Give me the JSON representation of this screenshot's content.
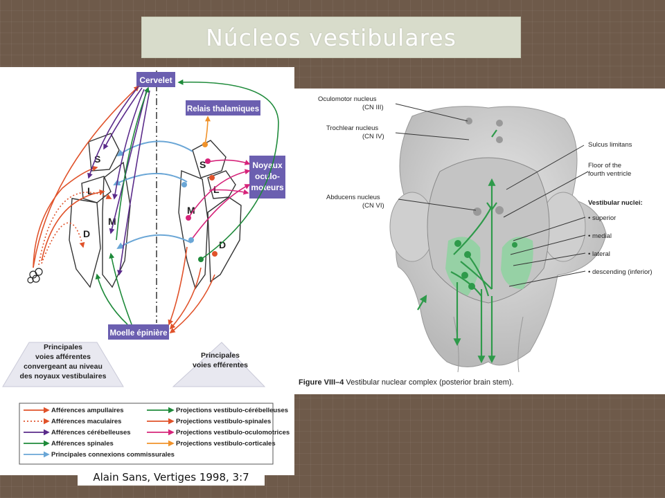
{
  "title": "Núcleos vestibulares",
  "credit": "Alain Sans, Vertiges 1998, 3:7",
  "left_diagram": {
    "boxes": {
      "cervelet": "Cervelet",
      "relais": "Relais thalamiques",
      "noyaux_1": "Noyaux",
      "noyaux_2": "oculo-",
      "noyaux_3": "moteurs",
      "moelle": "Moelle épinière"
    },
    "nuclei_left": {
      "s": "S",
      "l": "L",
      "m": "M",
      "d": "D"
    },
    "nuclei_right": {
      "s": "S",
      "l": "L",
      "m": "M",
      "d": "D"
    },
    "afferent_label": [
      "Principales",
      "voies afférentes",
      "convergeant au niveau",
      "des noyaux vestibulaires"
    ],
    "efferent_label": [
      "Principales",
      "voies efférentes"
    ],
    "legend_left": [
      {
        "label": "Afférences ampullaires",
        "color": "#e0522a",
        "style": "solid"
      },
      {
        "label": "Afférences maculaires",
        "color": "#e0522a",
        "style": "dotted"
      },
      {
        "label": "Afférences cérébelleuses",
        "color": "#5a2a8a",
        "style": "solid"
      },
      {
        "label": "Afférences spinales",
        "color": "#1e8a3a",
        "style": "solid"
      },
      {
        "label": "Principales connexions commissurales",
        "color": "#6aa6d6",
        "style": "solid"
      }
    ],
    "legend_right": [
      {
        "label": "Projections vestibulo-cérébelleuses",
        "color": "#1e8a3a"
      },
      {
        "label": "Projections vestibulo-spinales",
        "color": "#e0522a"
      },
      {
        "label": "Projections vestibulo-oculomotrices",
        "color": "#d6247a"
      },
      {
        "label": "Projections vestibulo-corticales",
        "color": "#f0922a"
      }
    ],
    "colors": {
      "box_fill": "#6b5fb0",
      "box_text": "#ffffff"
    }
  },
  "right_diagram": {
    "labels": {
      "oculomotor_1": "Oculomotor nucleus",
      "oculomotor_2": "(CN III)",
      "trochlear_1": "Trochlear nucleus",
      "trochlear_2": "(CN IV)",
      "abducens_1": "Abducens nucleus",
      "abducens_2": "(CN VI)",
      "sulcus": "Sulcus limitans",
      "floor_1": "Floor of the",
      "floor_2": "fourth ventricle",
      "vestibular": "Vestibular nuclei:",
      "superior": "• superior",
      "medial": "• medial",
      "lateral": "• lateral",
      "descending": "• descending (inferior)"
    },
    "caption_bold": "Figure VIII–4",
    "caption": " Vestibular nuclear complex (posterior brain stem).",
    "colors": {
      "green": "#2e9a4a",
      "light_green": "#8ed3a0"
    }
  }
}
